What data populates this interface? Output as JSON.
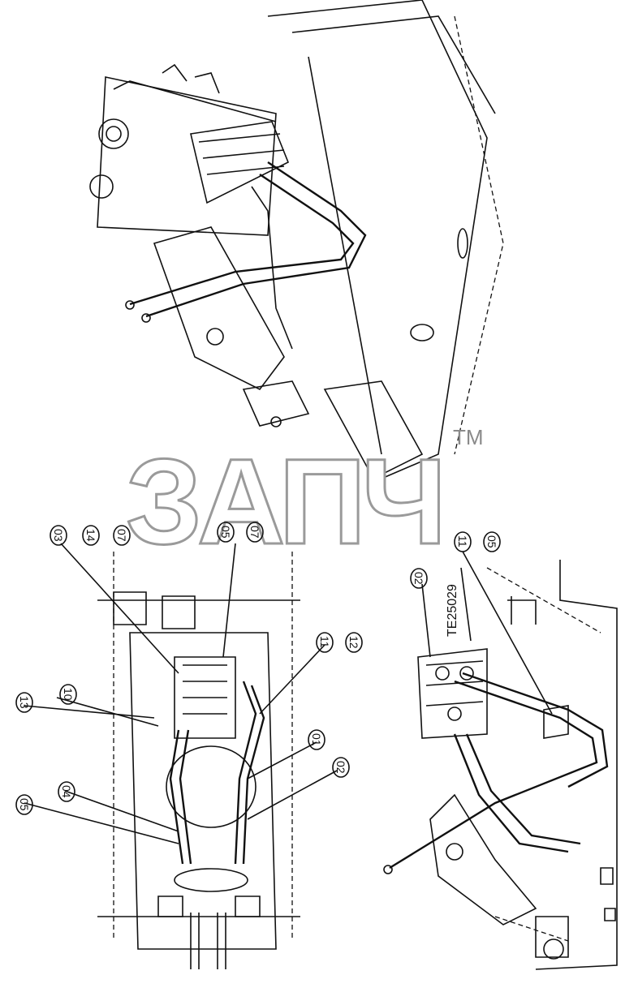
{
  "watermark": {
    "text": "ЗАПЧ",
    "trademark": "TM"
  },
  "callouts": {
    "left_top": [
      "03",
      "14",
      "07",
      "05",
      "07"
    ],
    "left_mid": [
      "11",
      "12"
    ],
    "left_side": [
      "13",
      "10"
    ],
    "left_lower": [
      "01",
      "02",
      "05",
      "04"
    ],
    "right": [
      "11",
      "05",
      "02"
    ]
  },
  "drawing_code": "TE25029"
}
